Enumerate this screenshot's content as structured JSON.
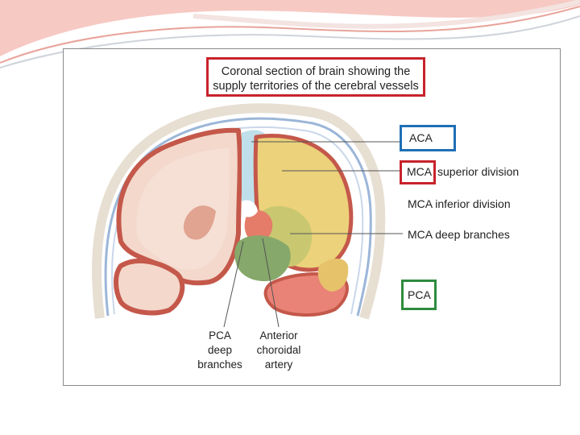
{
  "title": {
    "line1": "Coronal section of brain showing the",
    "line2": "supply territories of the cerebral vessels"
  },
  "labels": {
    "aca": "ACA",
    "mca_superior_a": "MCA",
    "mca_superior_b": "superior division",
    "mca_inferior": "MCA inferior division",
    "mca_deep": "MCA deep branches",
    "pca": "PCA",
    "pca_deep": [
      "PCA",
      "deep",
      "branches"
    ],
    "anterior_choroidal": [
      "Anterior",
      "choroidal",
      "artery"
    ]
  },
  "colors": {
    "title_border": "#c8232c",
    "aca_border": "#1f6fb5",
    "mca_border": "#c8232c",
    "pca_border": "#2e8b3e",
    "aca_territory": "#bfe0ea",
    "mca_superior_territory": "#ecd27a",
    "mca_deep_territory": "#c9c870",
    "anterior_choroidal_territory": "#e57c6a",
    "pca_territory": "#e98277",
    "pca_deep_territory": "#86a86a",
    "tissue": "#f1d2c4",
    "gray_matter_edge": "#c4584a"
  }
}
